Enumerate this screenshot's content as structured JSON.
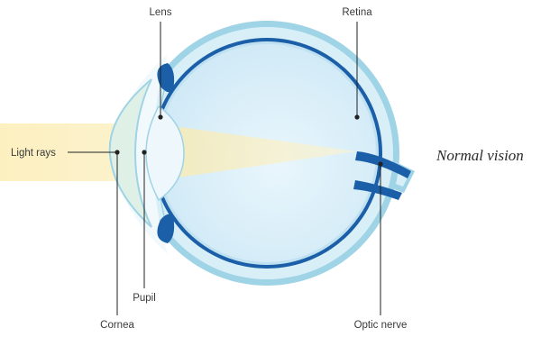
{
  "diagram": {
    "labels": {
      "lens": "Lens",
      "retina": "Retina",
      "light_rays": "Light rays",
      "cornea": "Cornea",
      "pupil": "Pupil",
      "optic_nerve": "Optic nerve"
    },
    "caption": "Normal vision"
  },
  "colors": {
    "light_beam": "#fdf1c4",
    "sclera_outer": "#9fd3e6",
    "sclera_inner": "#d8eff7",
    "choroid": "#1a5fa8",
    "vitreous": "#e3f3fb",
    "cornea": "#dff1e6",
    "leader_line": "#222222"
  }
}
